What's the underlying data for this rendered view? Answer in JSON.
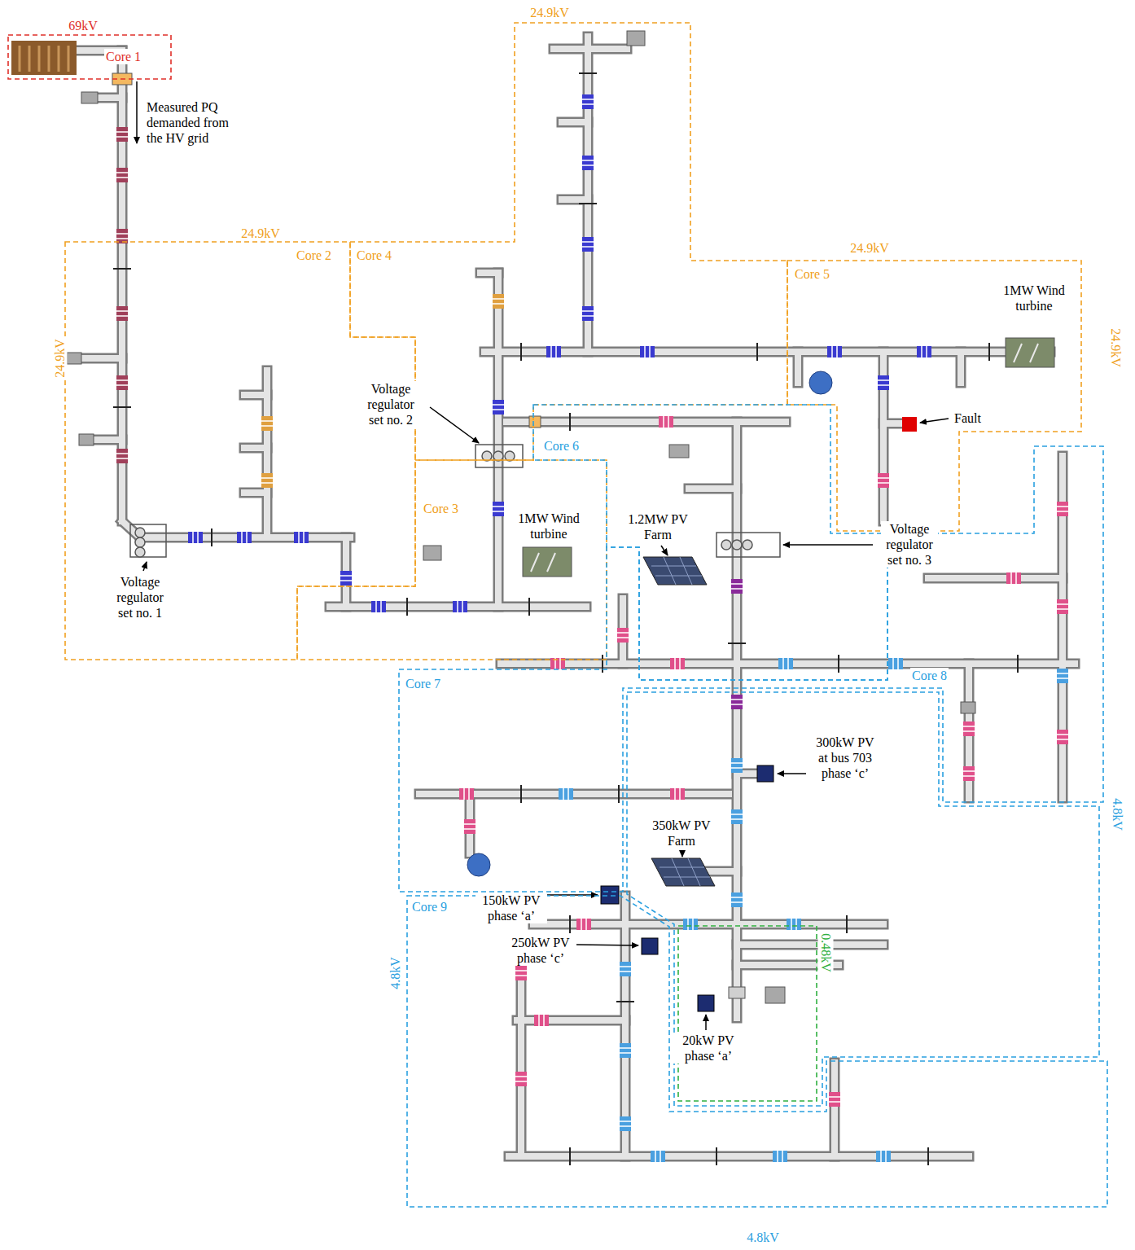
{
  "diagram": {
    "nodes": [
      {
        "text": [
          "Core 1"
        ]
      },
      {
        "text": [
          "Core 2"
        ]
      },
      {
        "text": [
          "Core 3"
        ]
      },
      {
        "text": [
          "Core 4"
        ]
      },
      {
        "text": [
          "Core 5"
        ]
      },
      {
        "text": [
          "Core 6"
        ]
      },
      {
        "text": [
          "Core 7"
        ]
      },
      {
        "text": [
          "Core 8"
        ]
      },
      {
        "text": [
          "Core 9"
        ]
      }
    ],
    "labels": [
      "69kV",
      "24.9kV",
      "24.9kV",
      "24.9kV",
      "24.9kV",
      "24.9kV",
      "Measured PQ demanded from the HV grid",
      "Voltage regulator set no. 1",
      "Voltage regulator set no. 2",
      "Voltage regulator set no. 3",
      "1MW Wind turbine",
      "Fault",
      "1MW Wind turbine",
      "1.2MW PV Farm",
      "300kW PV at bus 703 phase ‘c’",
      "350kW PV Farm",
      "150kW PV phase ‘a’",
      "250kW PV phase ‘c’",
      "20kW PV phase ‘a’",
      "4.8kV",
      "4.8kV",
      "4.8kV",
      "0.48kV"
    ]
  }
}
